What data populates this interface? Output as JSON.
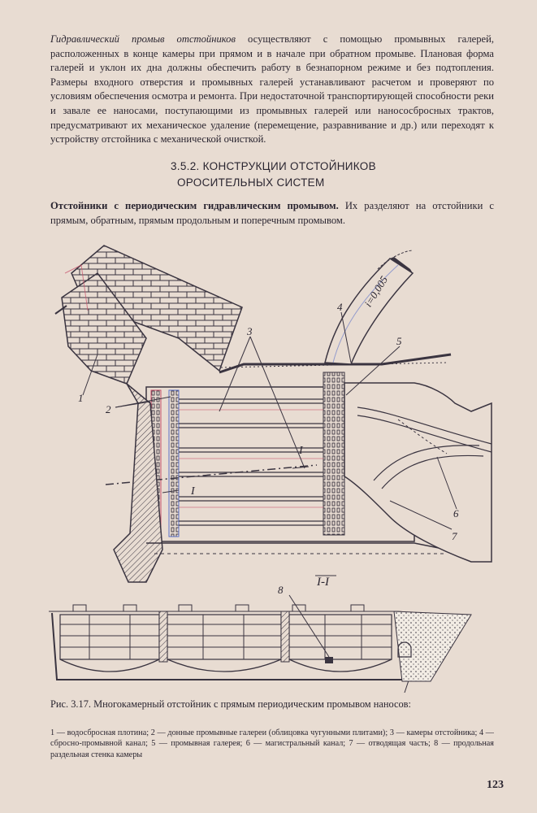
{
  "paragraph1": {
    "lead": "Гидравлический промыв отстойников",
    "text": " осуществляют с помощью промывных галерей, расположенных в конце камеры при прямом и в начале при обратном промыве. Плановая форма галерей и уклон их дна должны обеспечить работу в безнапорном режиме и без подтопления. Размеры входного отверстия и промывных галерей устанавливают расчетом и проверяют по условиям обеспечения осмотра и ремонта. При недостаточной транспортирующей способности реки и завале ее наносами, поступающими из промывных галерей или нанососбросных трактов, предусматривают их механическое удаление (перемещение, разравнивание и др.) или переходят к устройству отстойника с механической очисткой."
  },
  "section_heading": {
    "line1": "3.5.2. КОНСТРУКЦИИ ОТСТОЙНИКОВ",
    "line2": "ОРОСИТЕЛЬНЫХ СИСТЕМ"
  },
  "paragraph2": {
    "lead": "Отстойники с периодическим гидравлическим промывом.",
    "text": " Их разделяют на отстойники с прямым, обратным, прямым продольным и поперечным промывом."
  },
  "figure": {
    "labels": {
      "n1": "1",
      "n2": "2",
      "n3": "3",
      "n4": "4",
      "n5": "5",
      "n6": "6",
      "n7": "7",
      "n8": "8",
      "section_mark": "I",
      "section_title": "I-I",
      "slope": "i=0,005"
    },
    "colors": {
      "ink": "#3a3440",
      "paper": "#e8dcd2",
      "fringe_red": "#c8506a",
      "fringe_blue": "#5a70c8",
      "sand": "#f2ece4"
    }
  },
  "caption": "Рис. 3.17. Многокамерный отстойник с прямым периодическим промывом наносов:",
  "legend": "1 — водосбросная плотина; 2 — донные промывные галереи (облицовка чугунными плитами); 3 — камеры отстойника; 4 — сбросно-промывной канал; 5 — промывная галерея; 6 — магистральный канал; 7 — отводящая часть; 8 — продольная раздельная стенка камеры",
  "page_number": "123"
}
